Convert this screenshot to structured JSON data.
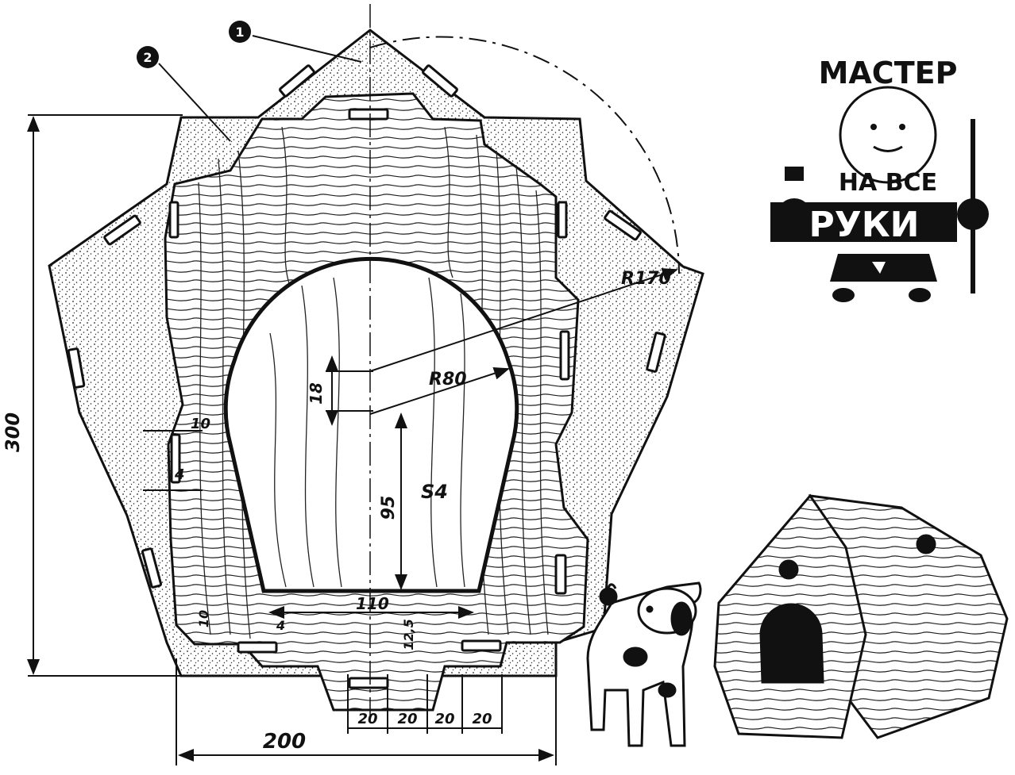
{
  "callouts": {
    "part1": "1",
    "part2": "2"
  },
  "dimensions": {
    "height": "300",
    "width": "200",
    "radius_outer": "R170",
    "radius_door": "R80",
    "offset_18": "18",
    "door_height": "95",
    "door_width": "110",
    "door_s4": "S4",
    "tab_10": "10",
    "tab_4": "4",
    "bottom_10": "10",
    "bottom_4": "4",
    "bottom_12_5": "12,5",
    "slot_spacing": [
      "20",
      "20",
      "20",
      "20"
    ]
  },
  "logo": {
    "line1": "МАСТЕР",
    "line2": "НА ВСЕ",
    "line3": "РУКИ"
  },
  "colors": {
    "ink": "#111111",
    "paper": "#ffffff"
  }
}
